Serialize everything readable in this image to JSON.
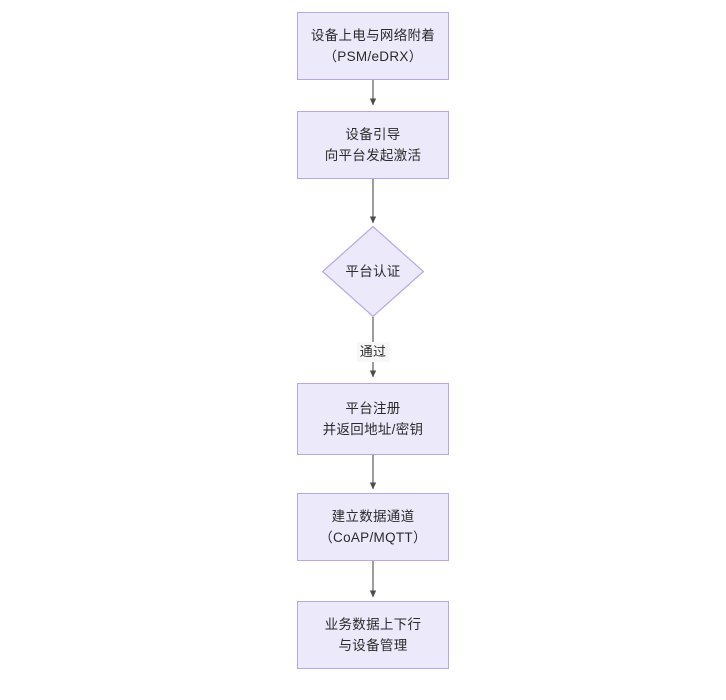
{
  "diagram": {
    "type": "flowchart",
    "orientation": "top-to-bottom",
    "theme": {
      "node_fill": "#ebe9fa",
      "node_border": "#b9a6e6",
      "text_color": "#2b2b2b",
      "edge_color": "#4d4d4d",
      "background": "#ffffff",
      "edge_label_background": "#f7f7f7"
    },
    "nodes": [
      {
        "id": "power-on",
        "shape": "rectangle",
        "lines": [
          "设备上电与网络附着",
          "（PSM/eDRX）"
        ]
      },
      {
        "id": "bootstrap",
        "shape": "rectangle",
        "lines": [
          "设备引导",
          "向平台发起激活"
        ]
      },
      {
        "id": "platform-auth",
        "shape": "diamond",
        "lines": [
          "平台认证"
        ]
      },
      {
        "id": "platform-register",
        "shape": "rectangle",
        "lines": [
          "平台注册",
          "并返回地址/密钥"
        ]
      },
      {
        "id": "data-channel",
        "shape": "rectangle",
        "lines": [
          "建立数据通道",
          "（CoAP/MQTT）"
        ]
      },
      {
        "id": "business-data",
        "shape": "rectangle",
        "lines": [
          "业务数据上下行",
          "与设备管理"
        ]
      }
    ],
    "edges": [
      {
        "id": "e1",
        "from": "power-on",
        "to": "bootstrap",
        "label": ""
      },
      {
        "id": "e2",
        "from": "bootstrap",
        "to": "platform-auth",
        "label": ""
      },
      {
        "id": "e3",
        "from": "platform-auth",
        "to": "platform-register",
        "label": "通过"
      },
      {
        "id": "e4",
        "from": "platform-register",
        "to": "data-channel",
        "label": ""
      },
      {
        "id": "e5",
        "from": "data-channel",
        "to": "business-data",
        "label": ""
      }
    ]
  }
}
